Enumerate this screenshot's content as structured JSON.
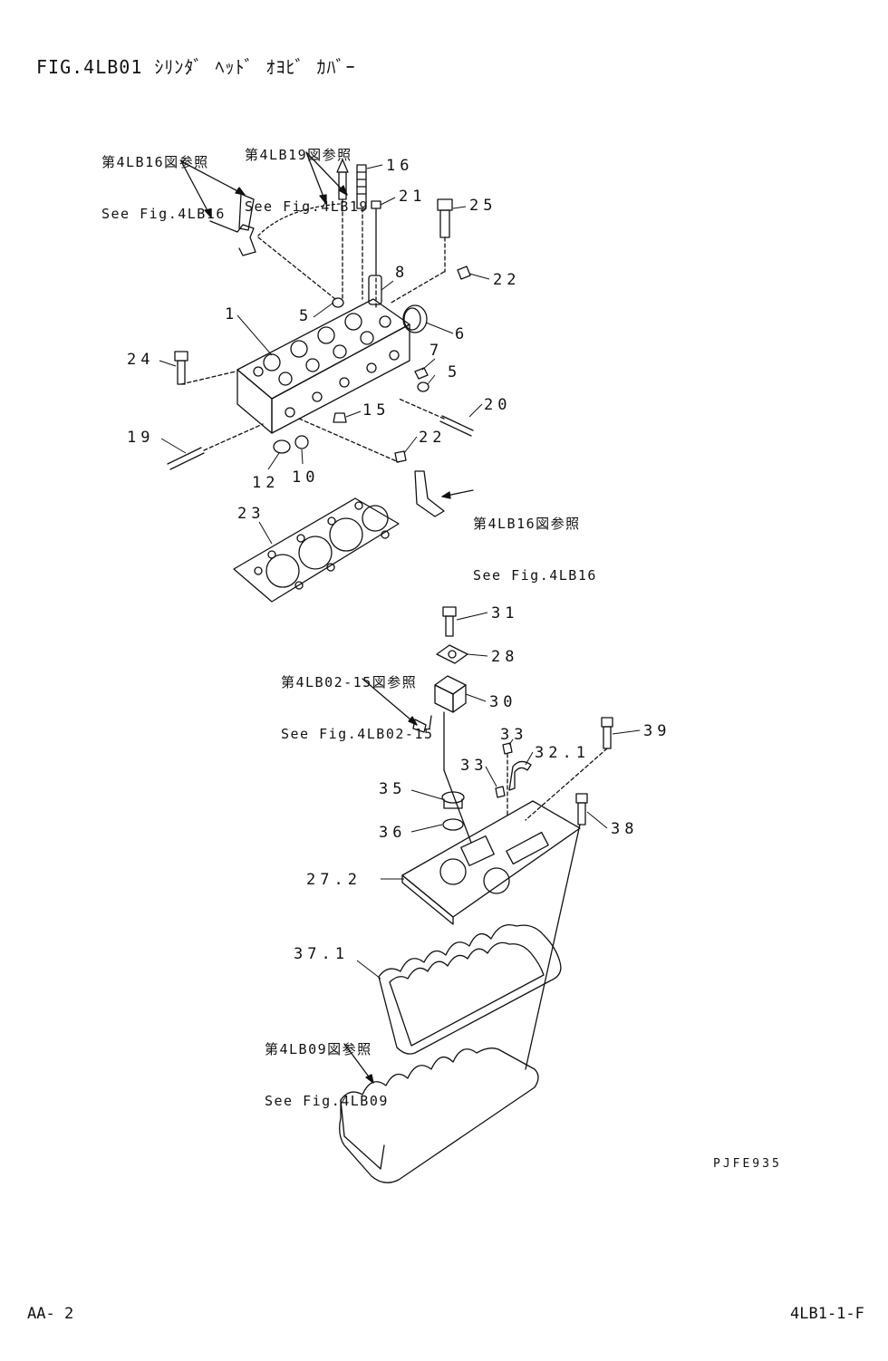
{
  "title": "FIG.4LB01 ｼﾘﾝﾀﾞ ﾍｯﾄﾞ ｵﾖﾋﾞ ｶﾊﾞｰ",
  "refs": {
    "r1_jp": "第4LB16図参照",
    "r1_en": "See Fig.4LB16",
    "r2_jp": "第4LB19図参照",
    "r2_en": "See Fig.4LB19",
    "r3_jp": "第4LB16図参照",
    "r3_en": "See Fig.4LB16",
    "r4_jp": "第4LB02-15図参照",
    "r4_en": "See Fig.4LB02-15",
    "r5_jp": "第4LB09図参照",
    "r5_en": "See Fig.4LB09"
  },
  "labels": {
    "p1": "1",
    "p5a": "5",
    "p5b": "5",
    "p6": "6",
    "p7": "7",
    "p8": "8",
    "p10": "10",
    "p12": "12",
    "p15": "15",
    "p16": "16",
    "p19": "19",
    "p20": "20",
    "p21": "21",
    "p22a": "22",
    "p22b": "22",
    "p23": "23",
    "p24": "24",
    "p25": "25",
    "p27_2": "27.2",
    "p28": "28",
    "p30": "30",
    "p31": "31",
    "p32_1": "32.1",
    "p33a": "33",
    "p33b": "33",
    "p35": "35",
    "p36": "36",
    "p37_1": "37.1",
    "p38": "38",
    "p39": "39"
  },
  "drawing_code": "PJFE935",
  "footer": {
    "left": "AA-  2",
    "right": "4LB1-1-F"
  }
}
